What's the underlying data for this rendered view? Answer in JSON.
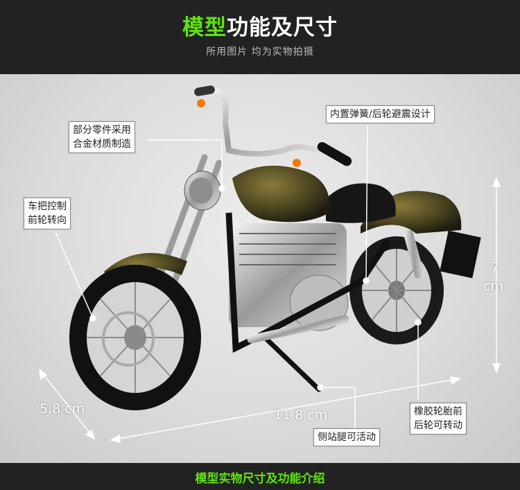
{
  "header": {
    "title_accent": "模型",
    "title_rest": "功能及尺寸",
    "subtitle": "所用图片 均为实物拍摄"
  },
  "callouts": {
    "parts": [
      "部分零件采用",
      "合金材质制造"
    ],
    "steering": [
      "车把控制",
      "前轮转向"
    ],
    "suspension": "内置弹簧/后轮避震设计",
    "tires": [
      "橡胶轮胎前",
      "后轮可转动"
    ],
    "kickstand": "侧站腿可活动"
  },
  "dimensions": {
    "width": "5.8 cm",
    "length": "11.8 cm",
    "height_value": "7",
    "height_unit": "cm"
  },
  "footer": {
    "text": "模型实物尺寸及功能介绍"
  },
  "colors": {
    "accent": "#5ee60a",
    "bar": "#222222",
    "tank": "#4a4420"
  }
}
